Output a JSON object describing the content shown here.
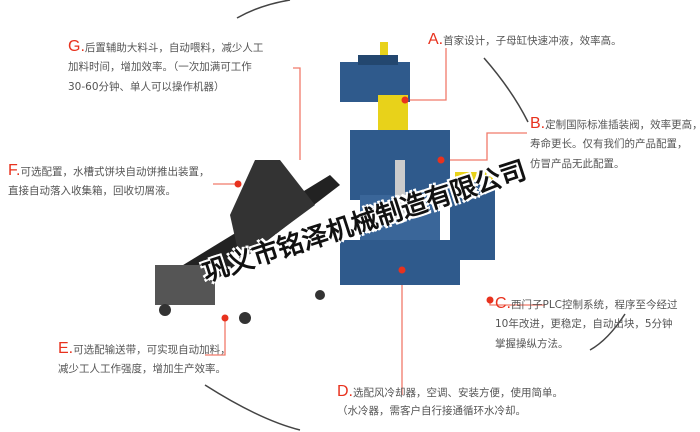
{
  "features": [
    {
      "letter": "A.",
      "lines": [
        "首家设计，子母缸快速冲液，效率高。"
      ]
    },
    {
      "letter": "B.",
      "lines": [
        "定制国际标准插装阀，效率更高，",
        "寿命更长。仅有我们的产品配置，",
        "仿冒产品无此配置。"
      ]
    },
    {
      "letter": "C.",
      "lines": [
        "西门子PLC控制系统，程序至今经过",
        "10年改进，更稳定，自动出块，5分钟",
        "掌握操纵方法。"
      ]
    },
    {
      "letter": "D.",
      "lines": [
        "选配风冷却器，空调、安装方便，使用简单。",
        "（水冷器，需客户自行接通循环水冷却。"
      ]
    },
    {
      "letter": "E.",
      "lines": [
        "可选配输送带，可实现自动加料，",
        "减少工人工作强度，增加生产效率。"
      ]
    },
    {
      "letter": "F.",
      "lines": [
        "可选配置，水槽式饼块自动饼推出装置，",
        "直接自动落入收集箱，回收切屑液。"
      ]
    },
    {
      "letter": "G.",
      "lines": [
        "后置辅助大料斗，自动喂料，减少人工",
        "加料时间，增加效率。（一次加满可工作",
        "30-60分钟、单人可以操作机器）"
      ]
    }
  ],
  "watermark": "巩义市铭泽机械制造有限公司",
  "colors": {
    "accent": "#e8321e",
    "machine": "#2f5a8c",
    "ram": "#e8d21a",
    "text": "#555555"
  }
}
